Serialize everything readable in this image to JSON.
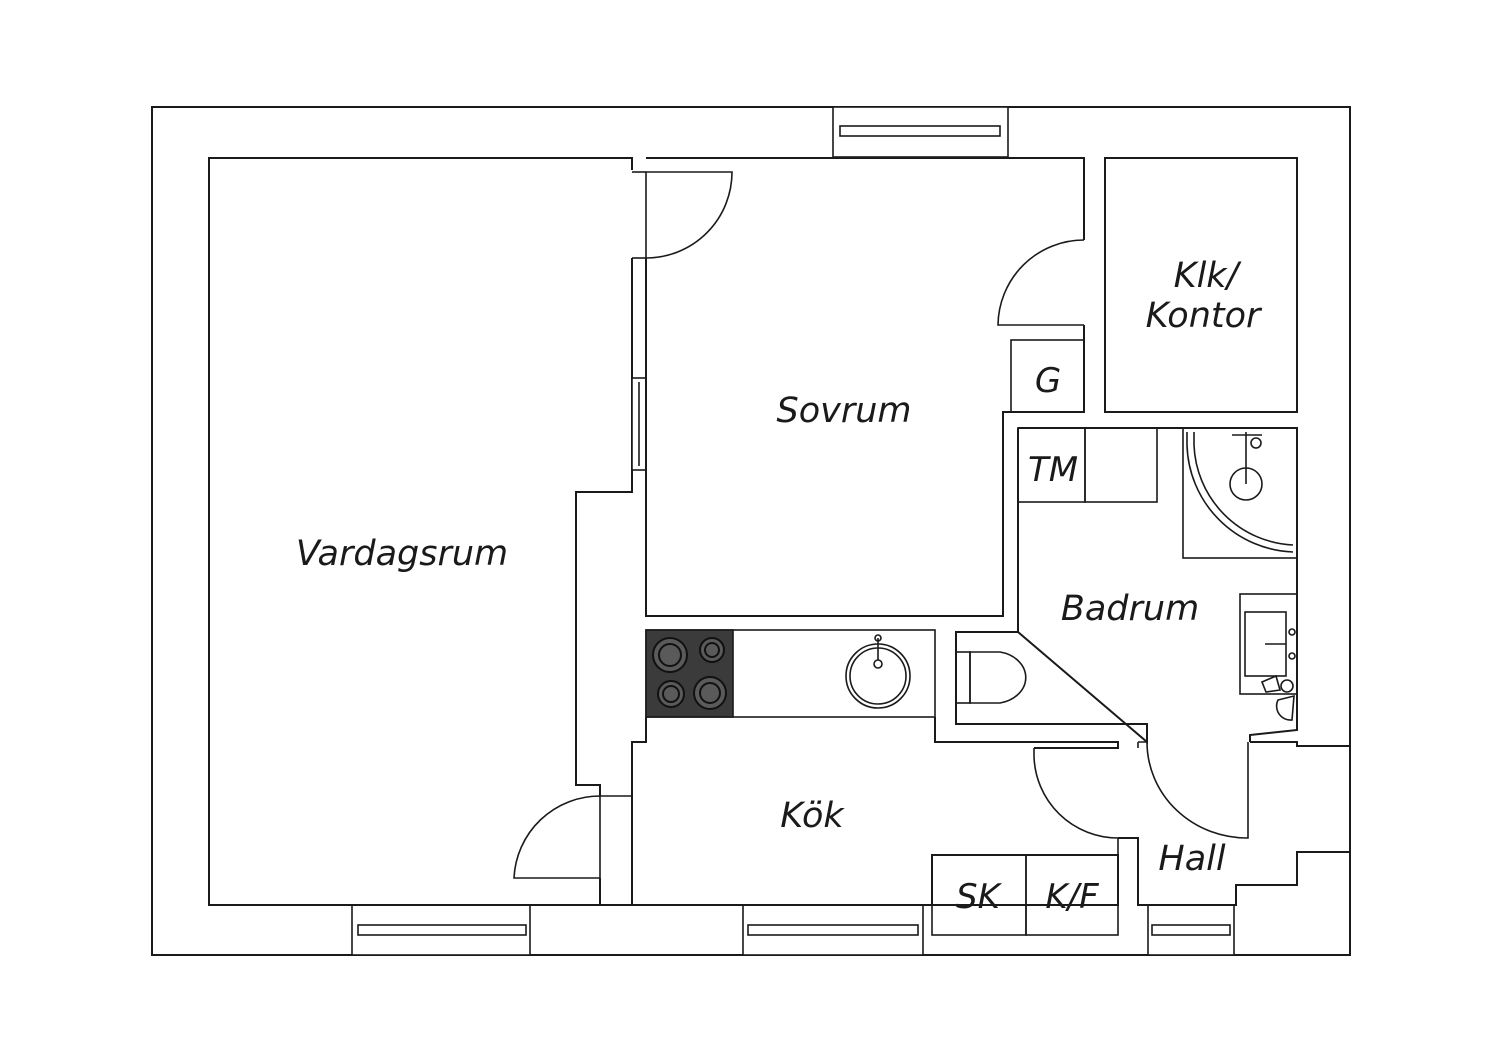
{
  "rooms": {
    "vardagsrum": "Vardagsrum",
    "sovrum": "Sovrum",
    "klk_line1": "Klk/",
    "klk_line2": "Kontor",
    "badrum": "Badrum",
    "kok": "Kök",
    "hall": "Hall"
  },
  "fixtures": {
    "g": "G",
    "tm": "TM",
    "sk": "SK",
    "kf": "K/F"
  },
  "icons": [
    "door-swing-icon",
    "window-icon",
    "stove-hob-icon",
    "sink-icon",
    "toilet-icon",
    "shower-icon",
    "washbasin-icon"
  ]
}
